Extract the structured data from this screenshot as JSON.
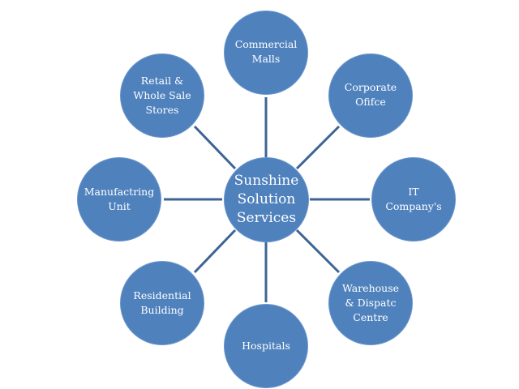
{
  "center": {
    "label": "Sunshine\nSolution\nServices"
  },
  "nodes": [
    {
      "label": "Commercial\nMalls"
    },
    {
      "label": "Corporate\nOfifce"
    },
    {
      "label": "IT\nCompany's"
    },
    {
      "label": "Warehouse\n& Dispatc\nCentre"
    },
    {
      "label": "Hospitals"
    },
    {
      "label": "Residential\nBuilding"
    },
    {
      "label": "Manufactring\nUnit"
    },
    {
      "label": "Retail &\nWhole Sale\nStores"
    }
  ],
  "colors": {
    "fill": "#4f81bd",
    "connector": "#3e6494"
  }
}
